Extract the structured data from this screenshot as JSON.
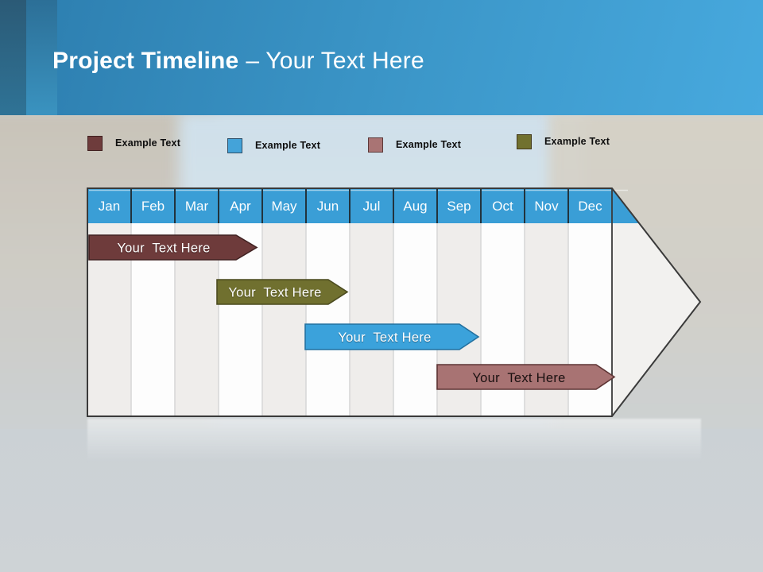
{
  "header": {
    "title_bold": "Project Timeline",
    "title_light": "– Your Text Here"
  },
  "legend": {
    "items": [
      {
        "label": "Example Text",
        "color": "#6e3c3c"
      },
      {
        "label": "Example Text",
        "color": "#44a3d9"
      },
      {
        "label": "Example Text",
        "color": "#a97474"
      },
      {
        "label": "Example Text",
        "color": "#71712f"
      }
    ]
  },
  "timeline": {
    "header_color": "#3a9ed6",
    "months": [
      "Jan",
      "Feb",
      "Mar",
      "Apr",
      "May",
      "Jun",
      "Jul",
      "Aug",
      "Sep",
      "Oct",
      "Nov",
      "Dec"
    ],
    "bars": [
      {
        "label": "Your  Text Here",
        "color": "#6e3b3b",
        "border": "#402222",
        "text_color": "#ffffff",
        "start_month": "Jan",
        "end_month": "Apr"
      },
      {
        "label": "Your  Text Here",
        "color": "#70702f",
        "border": "#4b4b1f",
        "text_color": "#ffffff",
        "start_month": "Apr",
        "end_month": "Jun"
      },
      {
        "label": "Your  Text Here",
        "color": "#3ba2db",
        "border": "#2371a0",
        "text_color": "#ffffff",
        "start_month": "Jun",
        "end_month": "Sep"
      },
      {
        "label": "Your  Text Here",
        "color": "#a87373",
        "border": "#5d3434",
        "text_color": "#1a1010",
        "start_month": "Sep",
        "end_month": "Dec"
      }
    ]
  },
  "chart_data": {
    "type": "bar",
    "subtype": "gantt-timeline",
    "title": "Project Timeline – Your Text Here",
    "x_categories": [
      "Jan",
      "Feb",
      "Mar",
      "Apr",
      "May",
      "Jun",
      "Jul",
      "Aug",
      "Sep",
      "Oct",
      "Nov",
      "Dec"
    ],
    "legend_position": "top",
    "grid": "monthly columns with alternating shading, right-pointing arrow frame",
    "bars": [
      {
        "label": "Your Text Here",
        "legend": "Example Text",
        "color": "#6e3b3b",
        "row": 1,
        "start_month": "Jan",
        "end_month": "Apr",
        "start_index": 0.0,
        "end_index": 3.9
      },
      {
        "label": "Your Text Here",
        "legend": "Example Text",
        "color": "#70702f",
        "row": 2,
        "start_month": "Apr",
        "end_month": "Jun",
        "start_index": 3.0,
        "end_index": 5.9
      },
      {
        "label": "Your Text Here",
        "legend": "Example Text",
        "color": "#3ba2db",
        "row": 3,
        "start_month": "Jun",
        "end_month": "Sep",
        "start_index": 5.0,
        "end_index": 8.9
      },
      {
        "label": "Your Text Here",
        "legend": "Example Text",
        "color": "#a87373",
        "row": 4,
        "start_month": "Sep",
        "end_month": "Dec",
        "start_index": 8.0,
        "end_index": 12.0
      }
    ]
  }
}
